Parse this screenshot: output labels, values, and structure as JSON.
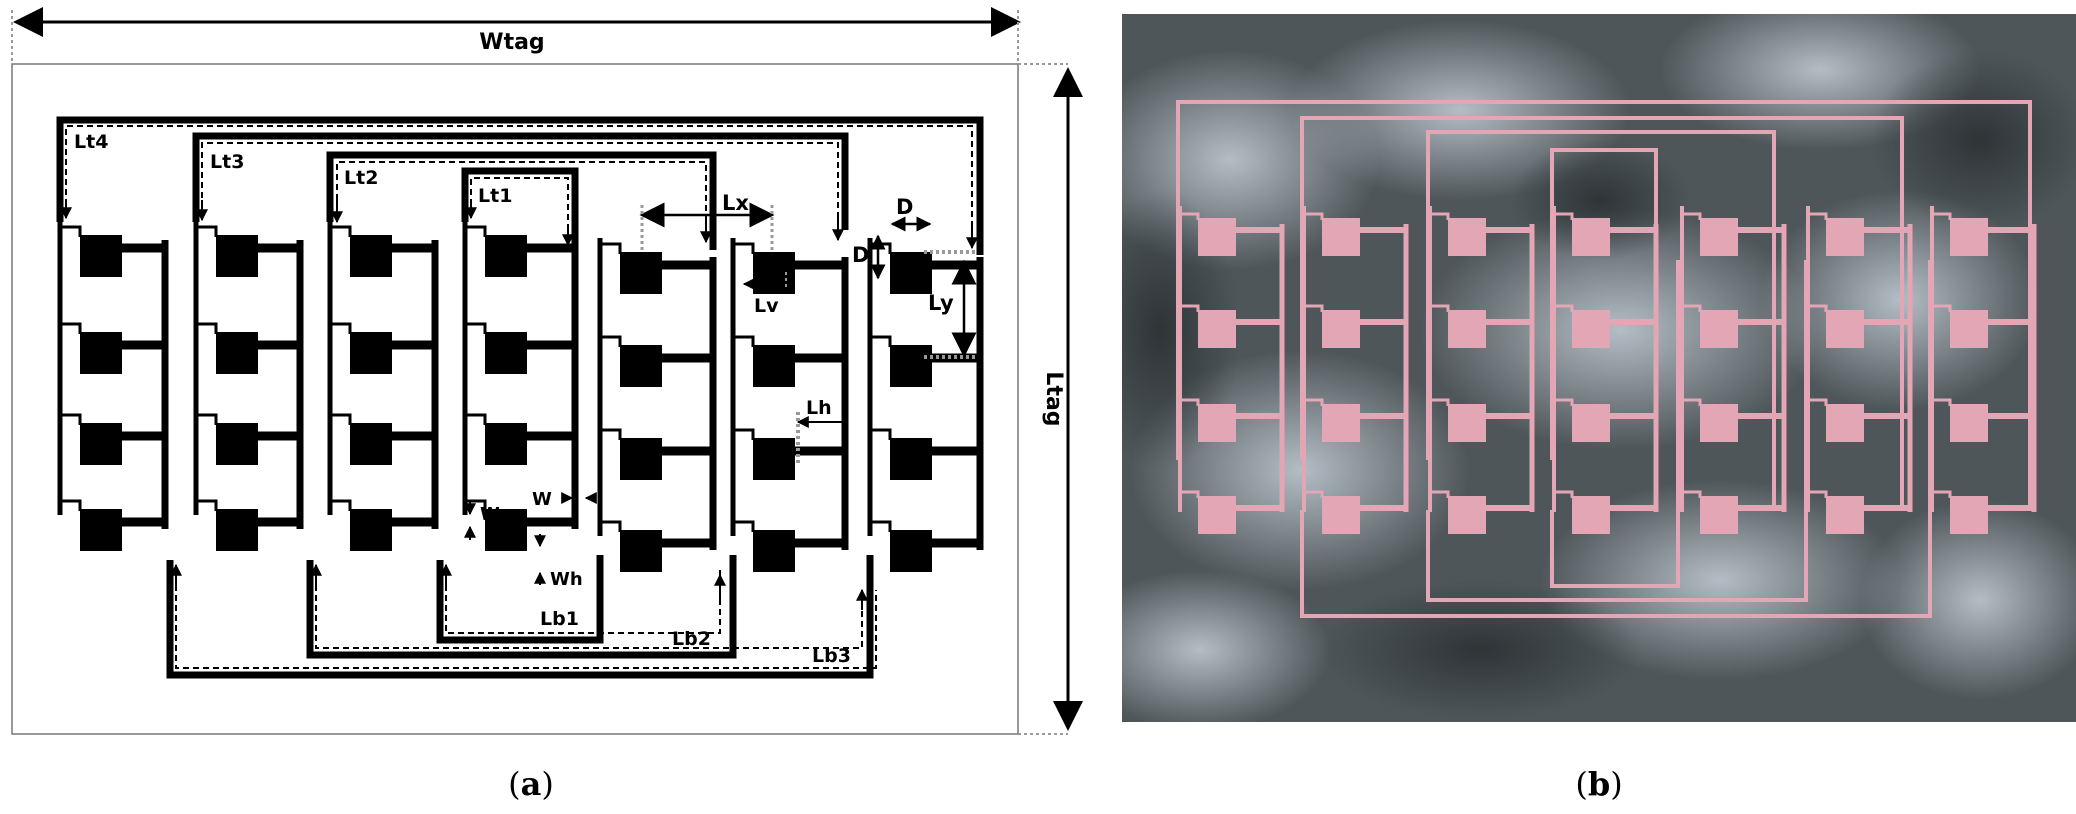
{
  "panel_a": {
    "caption_open": "(",
    "caption_letter": "a",
    "caption_close": ")",
    "dimensions": {
      "width": "Wtag",
      "length": "Ltag",
      "pad_size": "D",
      "pitch_x": "Lx",
      "pitch_y": "Ly",
      "vertical_offset": "Lv",
      "horizontal_offset": "Lh",
      "trace_width": "W",
      "vertical_trace_width": "Wv",
      "horizontal_trace_width": "Wh"
    },
    "top_loops": [
      "Lt1",
      "Lt2",
      "Lt3",
      "Lt4"
    ],
    "bottom_loops": [
      "Lb1",
      "Lb2",
      "Lb3"
    ]
  },
  "panel_b": {
    "caption_open": "(",
    "caption_letter": "b",
    "caption_close": ")"
  },
  "colors": {
    "trace": "#000000",
    "photo_background": "#4e5659",
    "photo_trace": "#e3a6b4"
  }
}
